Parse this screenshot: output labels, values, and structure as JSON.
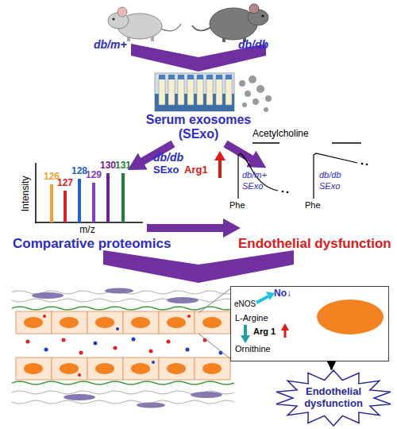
{
  "diagram": {
    "nodes": [
      {
        "text": [
          "eNOS",
          "No↓",
          "L-Argine",
          "Arg 1",
          "Ornithine"
        ]
      },
      {
        "text": [
          "Endothelial dysfunction"
        ]
      }
    ],
    "edges": [
      {
        "from": 0,
        "to": 1,
        "arrow": "to"
      }
    ],
    "labels": [
      "db/m+",
      "db/db",
      "Serum exosomes",
      "(SExo)",
      "db/db",
      "SExo",
      "Arg1",
      "126",
      "127",
      "128",
      "129",
      "130",
      "131",
      "Intensity",
      "m/z",
      "Acetylcholine",
      "db/m+",
      "SExo",
      "Phe",
      "db/db",
      "SExo",
      "Phe",
      "Comparative proteomics",
      "Endothelial dysfunction"
    ]
  }
}
